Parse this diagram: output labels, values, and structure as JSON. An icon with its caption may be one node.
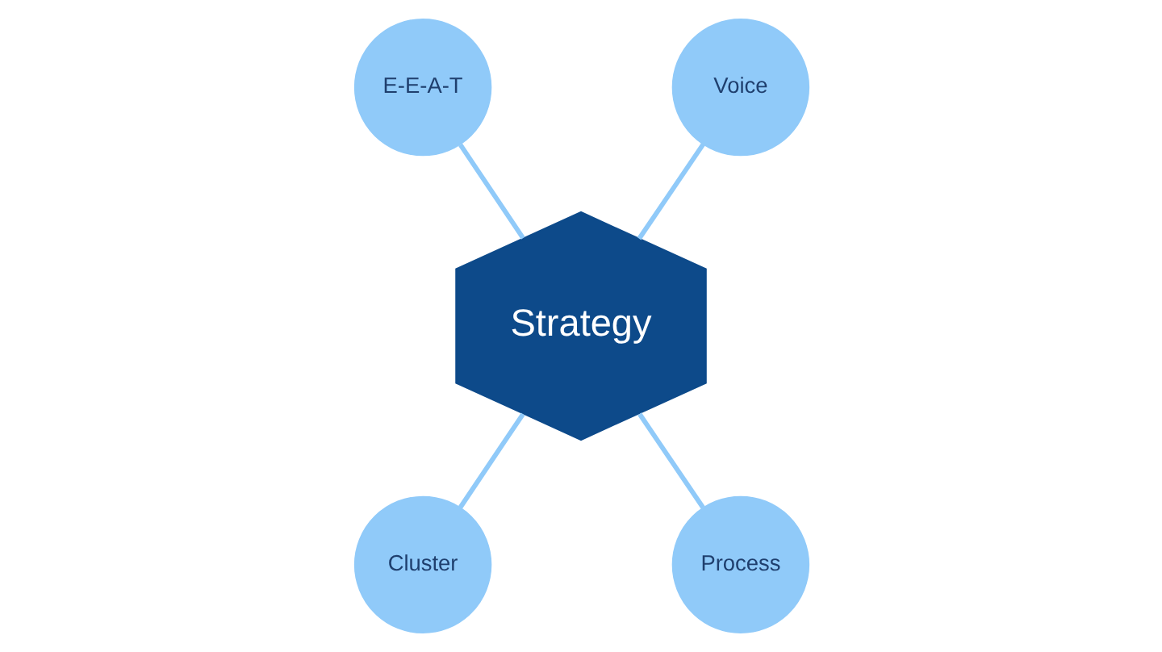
{
  "diagram": {
    "nodes": [
      {
        "text": [
          "E-E-A-T"
        ]
      },
      {
        "text": [
          "Voice"
        ]
      },
      {
        "text": [
          "Strategy"
        ]
      },
      {
        "text": [
          "Cluster"
        ]
      },
      {
        "text": [
          "Process"
        ]
      }
    ],
    "edges": [
      {
        "from": 0,
        "to": 2,
        "arrow": "none"
      },
      {
        "from": 1,
        "to": 2,
        "arrow": "none"
      },
      {
        "from": 2,
        "to": 3,
        "arrow": "none"
      },
      {
        "from": 2,
        "to": 4,
        "arrow": "none"
      }
    ]
  }
}
